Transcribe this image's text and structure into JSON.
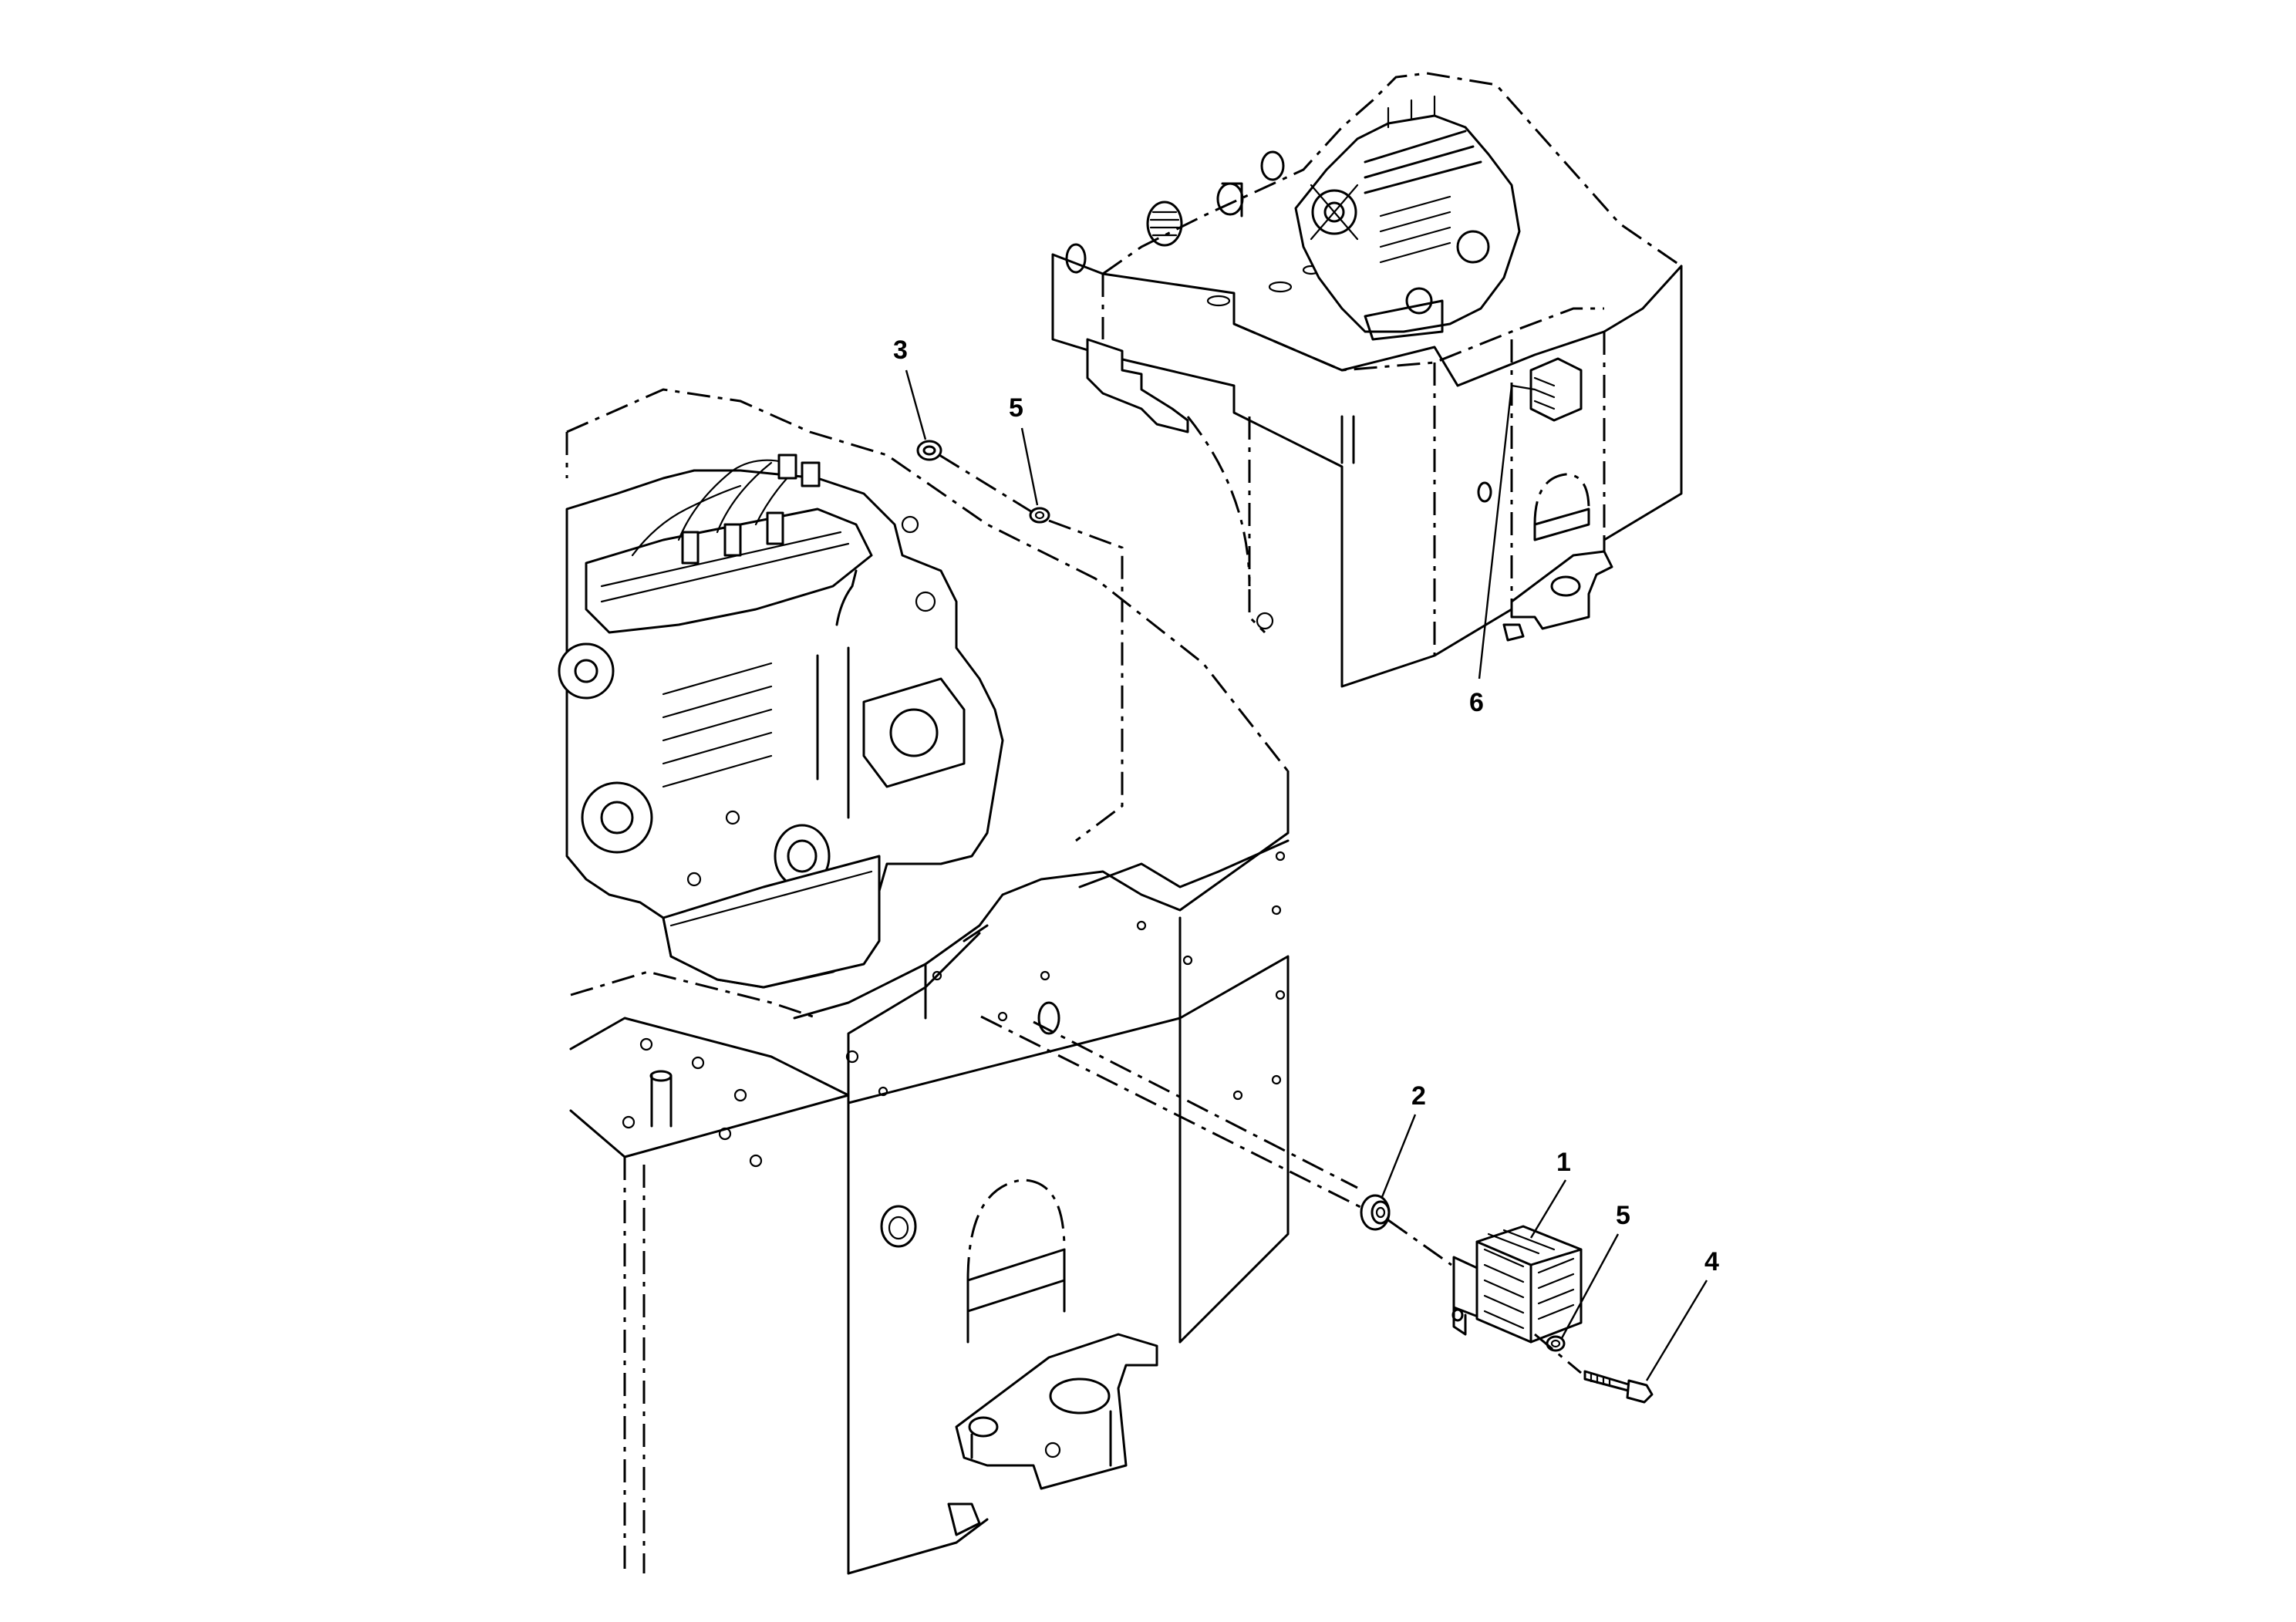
{
  "callouts": [
    {
      "id": "1",
      "label": "1",
      "part": "backup-alarm"
    },
    {
      "id": "2",
      "label": "2",
      "part": "grommet"
    },
    {
      "id": "3",
      "label": "3",
      "part": "nut"
    },
    {
      "id": "4",
      "label": "4",
      "part": "bolt"
    },
    {
      "id": "5a",
      "label": "5",
      "part": "washer-upper"
    },
    {
      "id": "5b",
      "label": "5",
      "part": "washer-lower"
    },
    {
      "id": "6",
      "label": "6",
      "part": "alarm-location-inset"
    }
  ]
}
